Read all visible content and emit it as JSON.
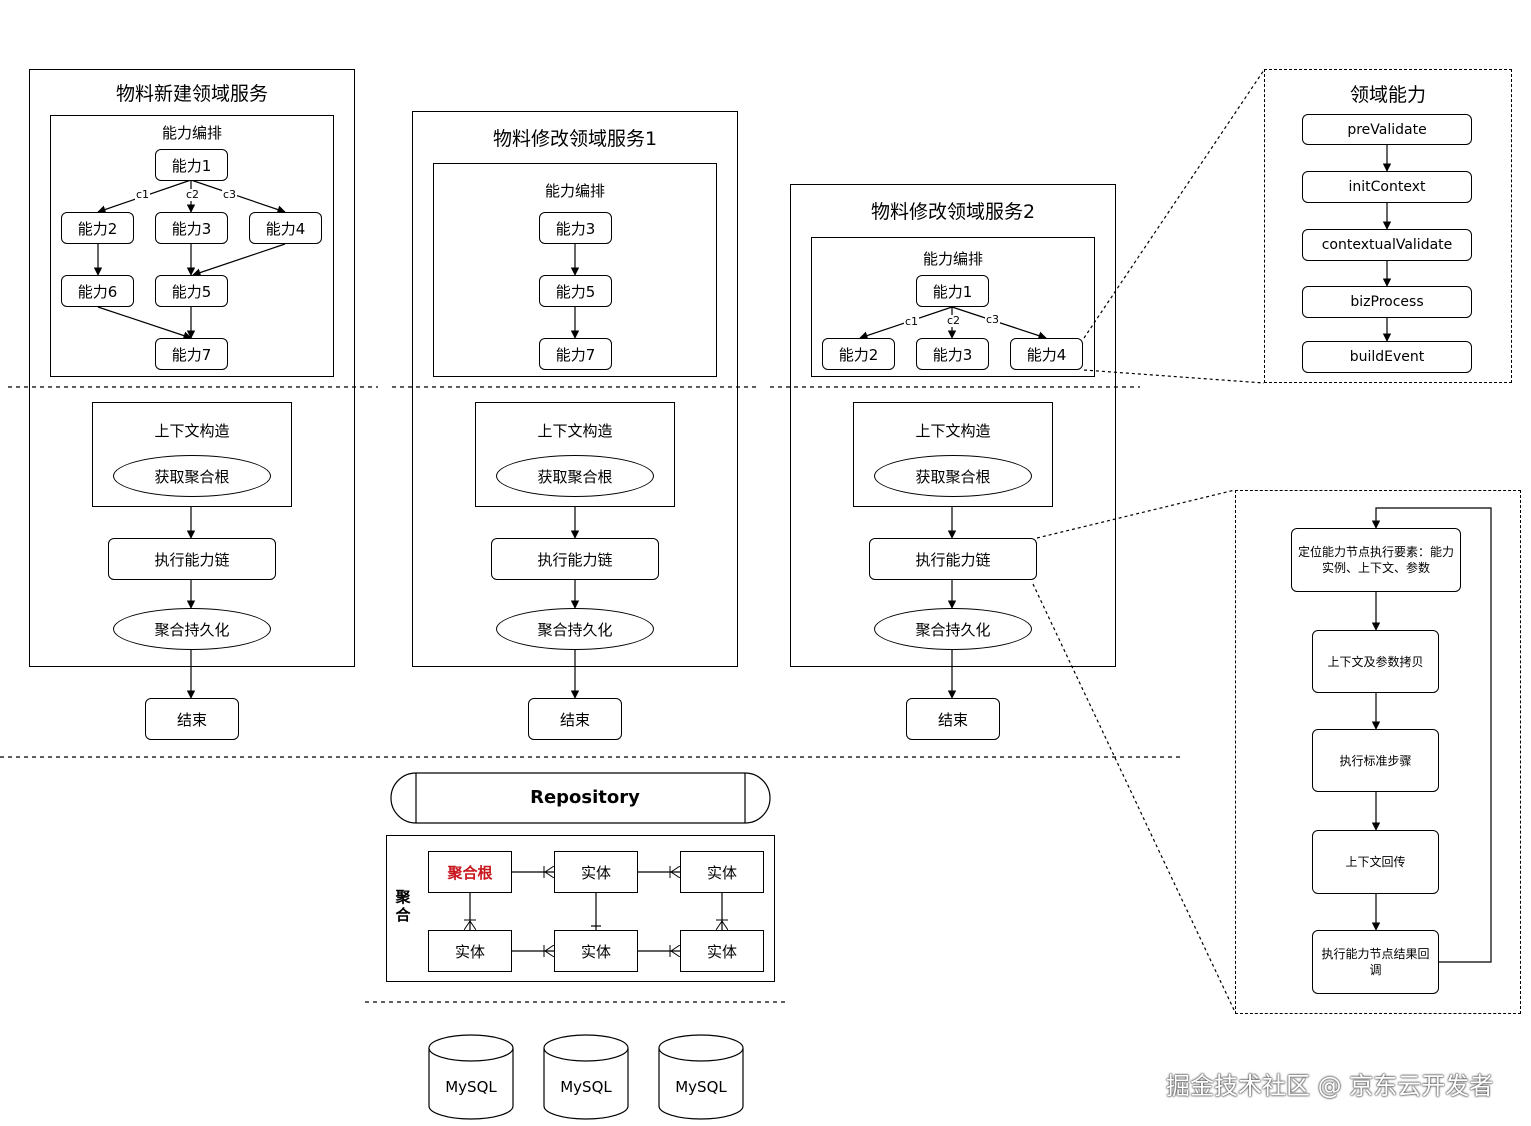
{
  "services": [
    {
      "title": "物料新建领域服务",
      "orchestration": "能力编排",
      "nodes": {
        "n1": "能力1",
        "n2": "能力2",
        "n3": "能力3",
        "n4": "能力4",
        "n5": "能力5",
        "n6": "能力6",
        "n7": "能力7"
      },
      "edges": {
        "c1": "c1",
        "c2": "c2",
        "c3": "c3"
      }
    },
    {
      "title": "物料修改领域服务1",
      "orchestration": "能力编排",
      "nodes": {
        "n3": "能力3",
        "n5": "能力5",
        "n7": "能力7"
      }
    },
    {
      "title": "物料修改领域服务2",
      "orchestration": "能力编排",
      "nodes": {
        "n1": "能力1",
        "n2": "能力2",
        "n3": "能力3",
        "n4": "能力4"
      },
      "edges": {
        "c1": "c1",
        "c2": "c2",
        "c3": "c3"
      }
    }
  ],
  "common": {
    "context": "上下文构造",
    "get_root": "获取聚合根",
    "exec_chain": "执行能力链",
    "persist": "聚合持久化",
    "end": "结束"
  },
  "domain_ability": {
    "title": "领域能力",
    "steps": [
      "preValidate",
      "initContext",
      "contextualValidate",
      "bizProcess",
      "buildEvent"
    ]
  },
  "exec_detail": {
    "steps": [
      "定位能力节点执行要素：能力实例、上下文、参数",
      "上下文及参数拷贝",
      "执行标准步骤",
      "上下文回传",
      "执行能力节点结果回调"
    ]
  },
  "repository": {
    "label": "Repository",
    "aggregate_label": "聚合",
    "root": "聚合根",
    "entity": "实体"
  },
  "databases": [
    "MySQL",
    "MySQL",
    "MySQL"
  ],
  "watermark": "掘金技术社区 @ 京东云开发者"
}
